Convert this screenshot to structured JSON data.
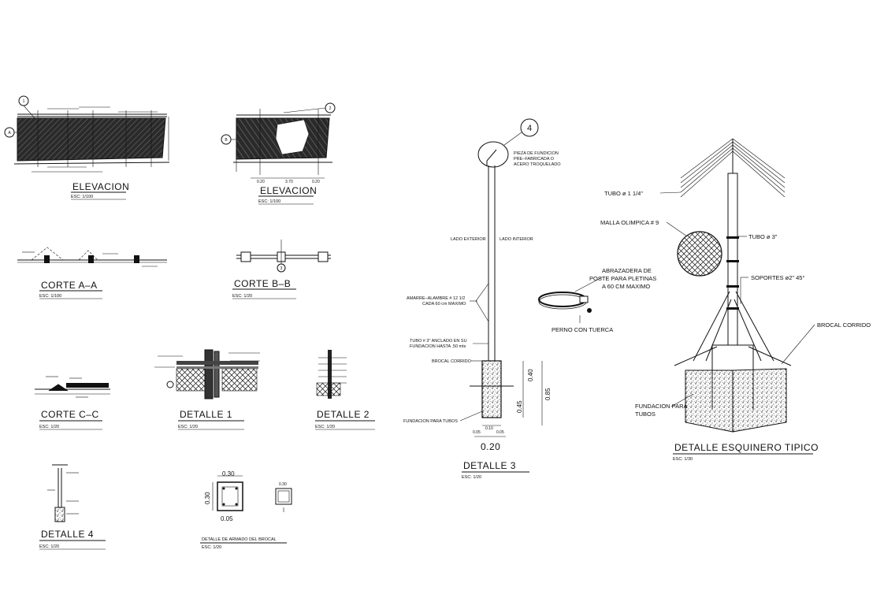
{
  "views": {
    "elev1": {
      "title": "ELEVACION",
      "scale": "ESC: 1/100"
    },
    "elev2": {
      "title": "ELEVACION",
      "scale": "ESC: 1/100"
    },
    "corte_aa": {
      "title": "CORTE A–A",
      "scale": "ESC: 1/100"
    },
    "corte_bb": {
      "title": "CORTE B–B",
      "scale": "ESC: 1/20"
    },
    "corte_cc": {
      "title": "CORTE C–C",
      "scale": "ESC: 1/20"
    },
    "detalle1": {
      "title": "DETALLE 1",
      "scale": "ESC: 1/20"
    },
    "detalle2": {
      "title": "DETALLE 2",
      "scale": "ESC: 1/20"
    },
    "detalle3": {
      "title": "DETALLE 3",
      "scale": "ESC: 1/20"
    },
    "detalle4": {
      "title": "DETALLE 4",
      "scale": "ESC: 1/20"
    },
    "armado": {
      "title": "DETALLE DE ARMADO DEL BROCAL",
      "scale": "ESC: 1/20"
    },
    "esquinero": {
      "title": "DETALLE ESQUINERO TIPICO",
      "scale": "ESC: 1/30"
    }
  },
  "markers": {
    "m1": "1",
    "m2": "2",
    "m3": "3",
    "m4": "4",
    "mA": "A",
    "mB": "B"
  },
  "elev2_dims": {
    "d1": "0.20",
    "d2": "3.70",
    "d3": "0.20"
  },
  "detalle3_labels": {
    "pieza_1": "PIEZA DE FUNDICION",
    "pieza_2": "PRE–FABRICADA O",
    "pieza_3": "ACERO TROQUELADO",
    "lado_ext": "LADO EXTERIOR",
    "lado_int": "LADO INTERIOR",
    "amarre_1": "AMARRE–ALAMBRE # 12 1/2",
    "amarre_2": "CADA 60 cm MAXIMO",
    "tubo_1": "TUBO # 3\" ANCLADO EN SU",
    "tubo_2": "FUNDACION HASTA .50 mts",
    "brocal": "BROCAL CORRIDO",
    "fundacion": "FUNDACION PARA TUBOS",
    "d_040": "0.40",
    "d_045": "0.45",
    "d_085": "0.85",
    "d_005a": "0.05",
    "d_010": "0.10",
    "d_005b": "0.05",
    "d_020": "0.20"
  },
  "esquinero_labels": {
    "tubo_114": "TUBO ø 1 1/4\"",
    "malla": "MALLA OLIMPICA # 9",
    "tubo_3": "TUBO ø 3\"",
    "abraz_1": "ABRAZADERA DE",
    "abraz_2": "POSTE PARA PLETINAS",
    "abraz_3": "A 60 CM MAXIMO",
    "soportes": "SOPORTES ø2\" 45°",
    "perno": "PERNO CON TUERCA",
    "brocal": "BROCAL CORRIDO",
    "fund_1": "FUNDACION PARA",
    "fund_2": "TUBOS"
  },
  "armado_dims": {
    "d_030a": "0.30",
    "d_030b": "0.30",
    "d_005": "0.05",
    "d_030c": "0.30"
  }
}
